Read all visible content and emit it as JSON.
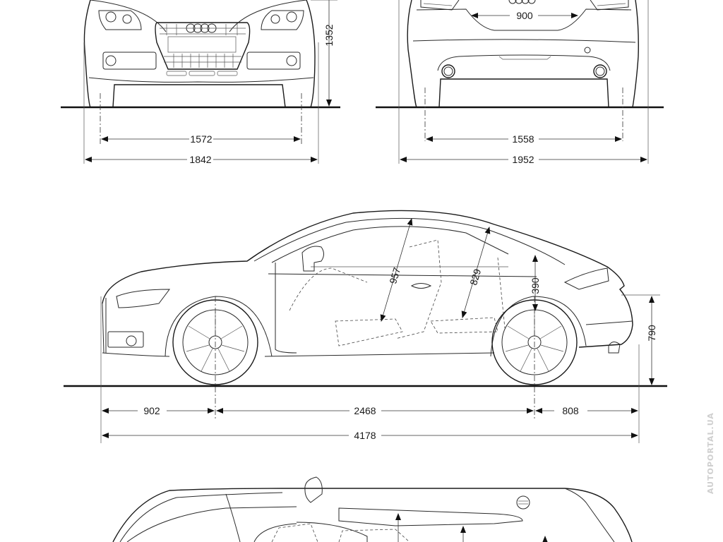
{
  "drawing": {
    "title": "Vehicle dimension blueprint",
    "units": "mm",
    "watermark": "AUTOPORTAL.UA",
    "colors": {
      "line": "#2a2a2a",
      "background": "#ffffff",
      "watermark": "#cfcfcf"
    }
  },
  "front_view": {
    "height": "1352",
    "front_track": "1572",
    "overall_width": "1842"
  },
  "rear_view": {
    "trunk_opening_width": "900",
    "rear_track": "1558",
    "width_with_mirrors": "1952"
  },
  "side_view": {
    "front_headroom": "957",
    "rear_headroom": "829",
    "rear_wheel_to_roof": "390",
    "loading_sill_height": "790",
    "front_overhang": "902",
    "wheelbase": "2468",
    "rear_overhang": "808",
    "overall_length": "4178"
  }
}
